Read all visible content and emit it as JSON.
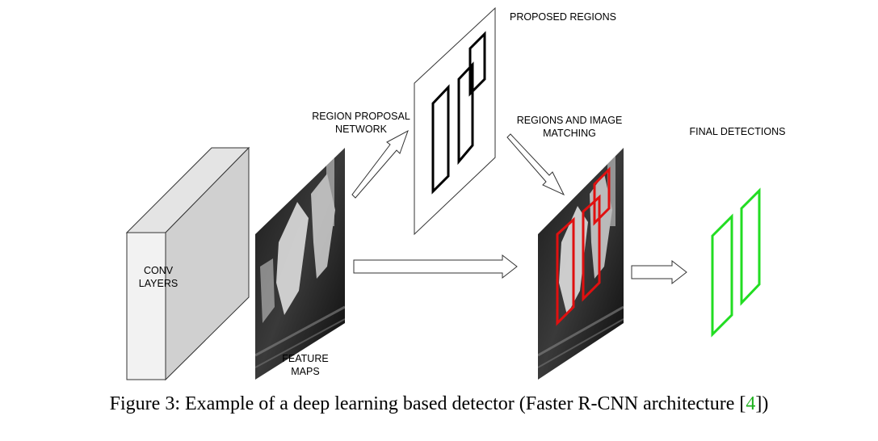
{
  "labels": {
    "conv_layers": [
      "CONV",
      "LAYERS"
    ],
    "feature_maps": [
      "FEATURE",
      "MAPS"
    ],
    "region_proposal_network": [
      "REGION PROPOSAL",
      "NETWORK"
    ],
    "proposed_regions": "PROPOSED REGIONS",
    "regions_matching": [
      "REGIONS AND IMAGE",
      "MATCHING"
    ],
    "final_detections": "FINAL DETECTIONS"
  },
  "caption": {
    "prefix": "Figure 3: Example of a deep learning based detector (Faster R-CNN architecture [",
    "ref": "4",
    "suffix": "])"
  },
  "colors": {
    "proposal_box": "#000000",
    "matched_box": "#e01010",
    "detection_box": "#22dd22",
    "citation_link": "#1db11d"
  }
}
